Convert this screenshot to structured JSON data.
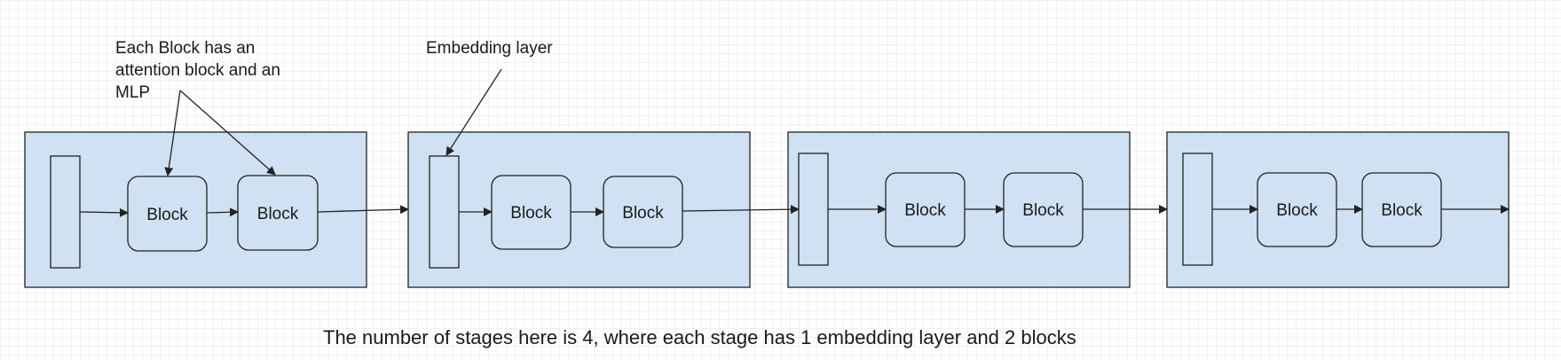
{
  "annotations": {
    "block_note": "Each Block has an\nattention block and an\nMLP",
    "embedding_note": "Embedding layer"
  },
  "stages": [
    {
      "blocks": [
        "Block",
        "Block"
      ]
    },
    {
      "blocks": [
        "Block",
        "Block"
      ]
    },
    {
      "blocks": [
        "Block",
        "Block"
      ]
    },
    {
      "blocks": [
        "Block",
        "Block"
      ]
    }
  ],
  "caption": "The number of stages here is 4, where each stage has 1 embedding layer and 2 blocks",
  "colors": {
    "stage_fill": "#cfe1f2",
    "stroke": "#222222"
  }
}
